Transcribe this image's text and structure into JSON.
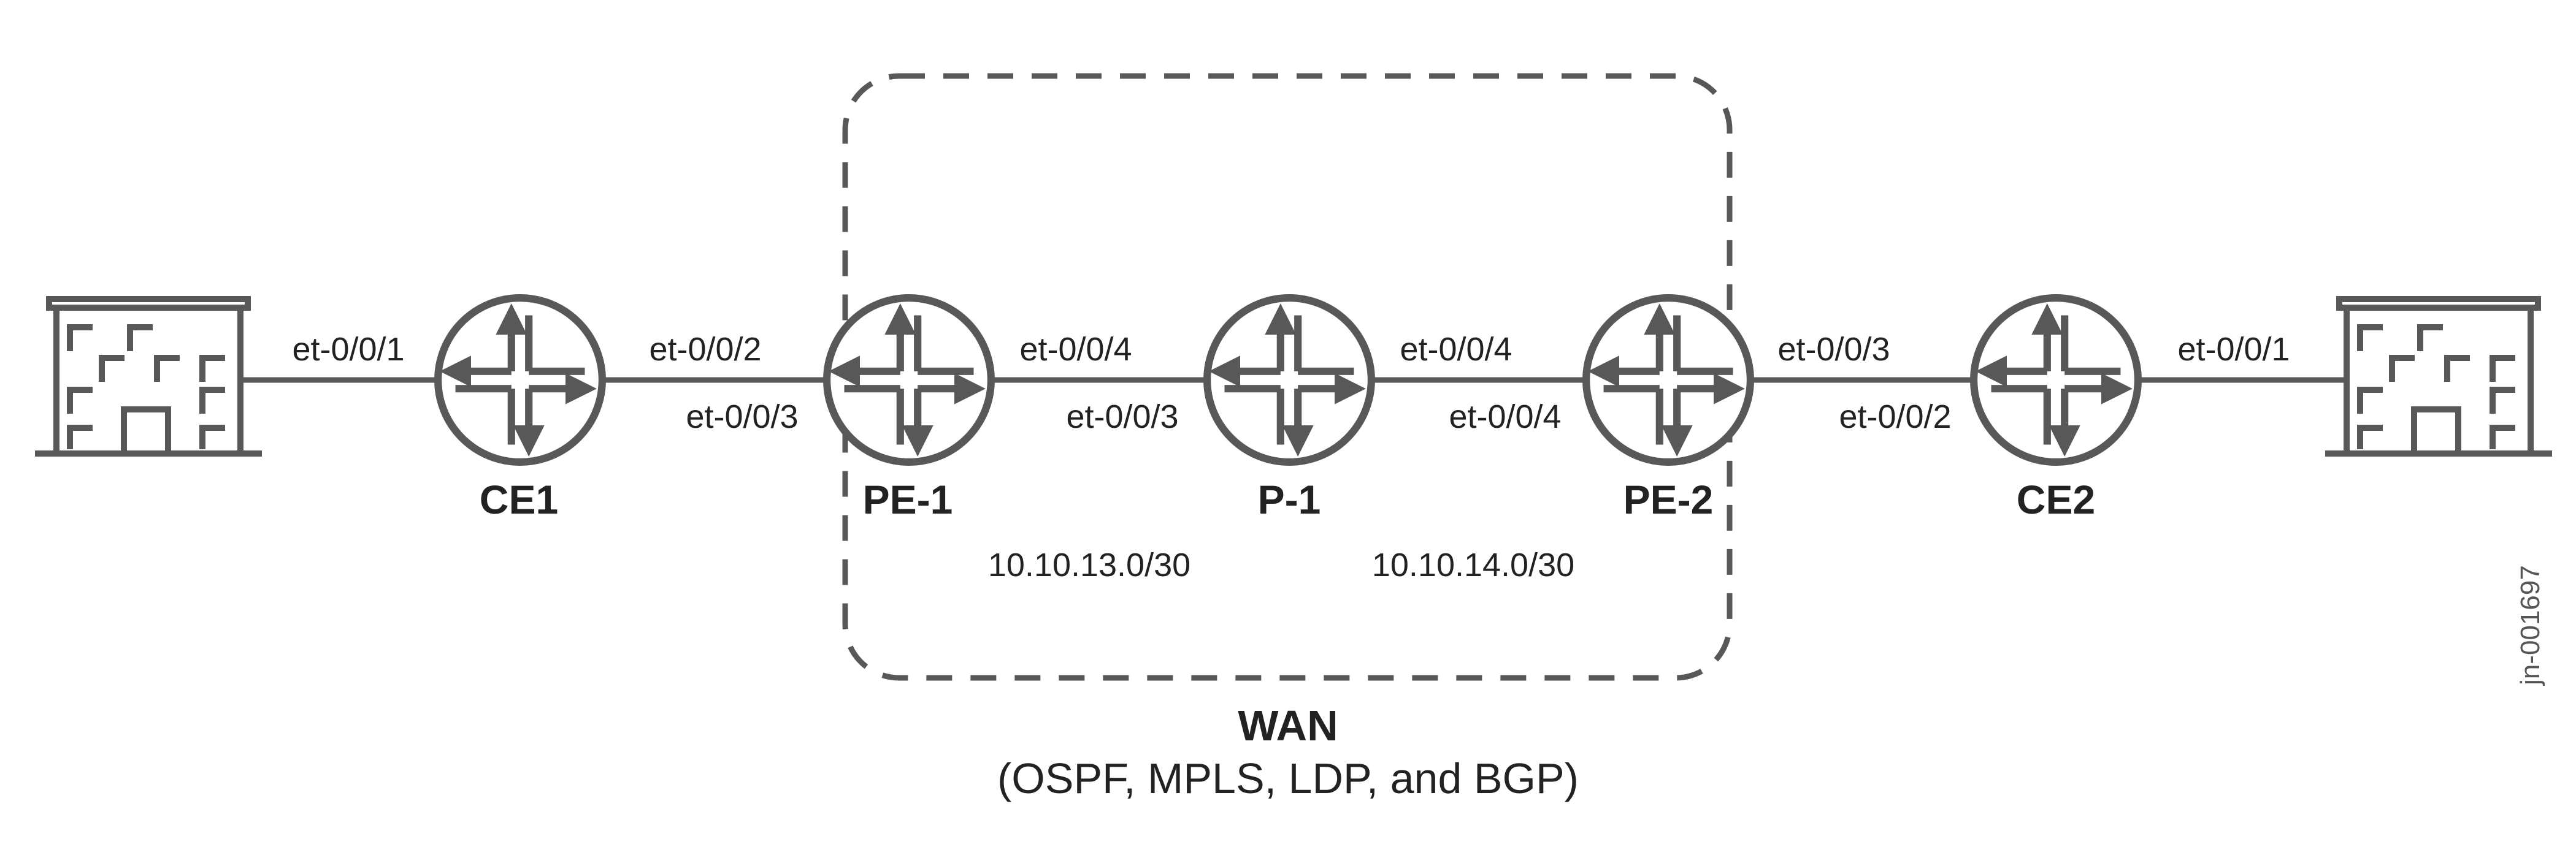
{
  "colors": {
    "stroke": "#585858",
    "text": "#222222",
    "background": "#ffffff"
  },
  "icons": {
    "router": "router-icon",
    "site": "building-icon"
  },
  "nodes": {
    "ce1": "CE1",
    "pe1": "PE-1",
    "p1": "P-1",
    "pe2": "PE-2",
    "ce2": "CE2"
  },
  "interfaces": {
    "site1_ce1": "et-0/0/1",
    "ce1_pe1": "et-0/0/2",
    "pe1_ce1": "et-0/0/3",
    "pe1_p1": "et-0/0/4",
    "p1_pe1": "et-0/0/3",
    "p1_pe2": "et-0/0/4",
    "pe2_p1": "et-0/0/4",
    "pe2_ce2": "et-0/0/3",
    "ce2_pe2": "et-0/0/2",
    "ce2_site2": "et-0/0/1"
  },
  "subnets": {
    "pe1_p1": "10.10.13.0/30",
    "p1_pe2": "10.10.14.0/30"
  },
  "wan": {
    "title": "WAN",
    "protocols": "(OSPF, MPLS, LDP, and BGP)"
  },
  "doc_id": "jn-001697"
}
